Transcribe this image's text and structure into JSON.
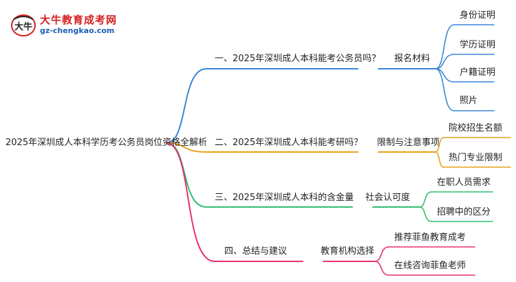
{
  "logo": {
    "title": "大牛教育成考网",
    "url": "gz-chengkao.com",
    "mark_text": "大牛"
  },
  "root": {
    "label": "2025年深圳成人本科学历考公务员岗位资格全解析"
  },
  "branches": [
    {
      "label": "一、2025年深圳成人本科能考公务员吗？",
      "sub": "报名材料",
      "color": "#3a86d8",
      "leaves": [
        "身份证明",
        "学历证明",
        "户籍证明",
        "照片"
      ]
    },
    {
      "label": "二、2025年深圳成人本科能考研吗？",
      "sub": "限制与注意事项",
      "color": "#e6a21a",
      "leaves": [
        "院校招生名额",
        "热门专业限制"
      ]
    },
    {
      "label": "三、2025年深圳成人本科的含金量",
      "sub": "社会认可度",
      "color": "#2fbf71",
      "leaves": [
        "在职人员需求",
        "招聘中的区分"
      ]
    },
    {
      "label": "四、总结与建议",
      "sub": "教育机构选择",
      "color": "#e8306b",
      "leaves": [
        "推荐菲鱼教育成考",
        "在线咨询菲鱼老师"
      ]
    }
  ]
}
